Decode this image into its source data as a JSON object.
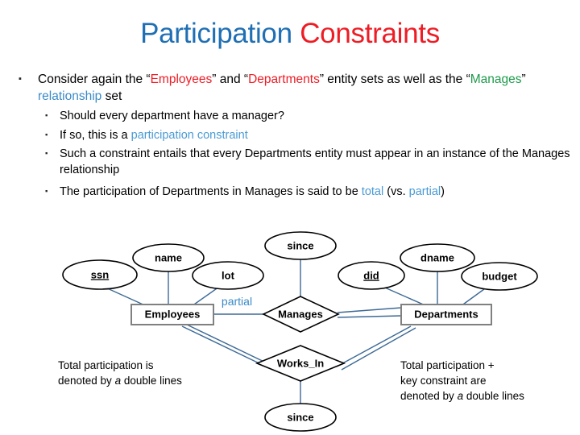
{
  "title": {
    "part1": "Participation",
    "part2": "Constraints",
    "color1": "#1F6FB4",
    "color2": "#EE1C25"
  },
  "bullets": {
    "marker_l1": "▪",
    "marker_l2": "▪",
    "main": {
      "seg1": "Consider again the “",
      "emphasis1": "Employees",
      "seg2": "” and “",
      "emphasis2": "Departments",
      "seg3": "” entity sets as well as the “",
      "emphasis3": "Manages",
      "seg4": "” ",
      "emphasis4": "relationship",
      "seg5": " set"
    },
    "sub": [
      {
        "text": "Should every department have a manager?"
      },
      {
        "prefix": "If so, this is a ",
        "emphasis": "participation constraint",
        "suffix": ""
      },
      {
        "text": "Such a constraint entails that every Departments entity must appear in an instance of the Manages relationship"
      },
      {
        "prefix": "The participation of Departments in Manages is said to be ",
        "emphasis": "total",
        "mid": " (vs. ",
        "emphasis2": "partial",
        "suffix": ")"
      }
    ]
  },
  "diagram": {
    "entities": [
      {
        "id": "employees",
        "label": "Employees"
      },
      {
        "id": "departments",
        "label": "Departments"
      }
    ],
    "relationships": [
      {
        "id": "manages",
        "label": "Manages"
      },
      {
        "id": "works_in",
        "label": "Works_In"
      }
    ],
    "attributes": [
      {
        "id": "ssn",
        "label": "ssn",
        "key": true
      },
      {
        "id": "name",
        "label": "name",
        "key": false
      },
      {
        "id": "lot",
        "label": "lot",
        "key": false
      },
      {
        "id": "since_manages",
        "label": "since",
        "key": false
      },
      {
        "id": "did",
        "label": "did",
        "key": true
      },
      {
        "id": "dname",
        "label": "dname",
        "key": false
      },
      {
        "id": "budget",
        "label": "budget",
        "key": false
      },
      {
        "id": "since_worksin",
        "label": "since",
        "key": false
      }
    ],
    "edge_label_partial": "partial",
    "line_color": "#3D6A96",
    "edge_label_color": "#3B8BC8"
  },
  "captions": {
    "left": {
      "line1": "Total participation is",
      "line2_pre": "denoted by ",
      "line2_ital": "a",
      "line2_post": " double lines"
    },
    "right": {
      "line1": "Total participation +",
      "line2": "key constraint are",
      "line3_pre": "denoted by ",
      "line3_ital": "a",
      "line3_post": " double lines"
    }
  }
}
